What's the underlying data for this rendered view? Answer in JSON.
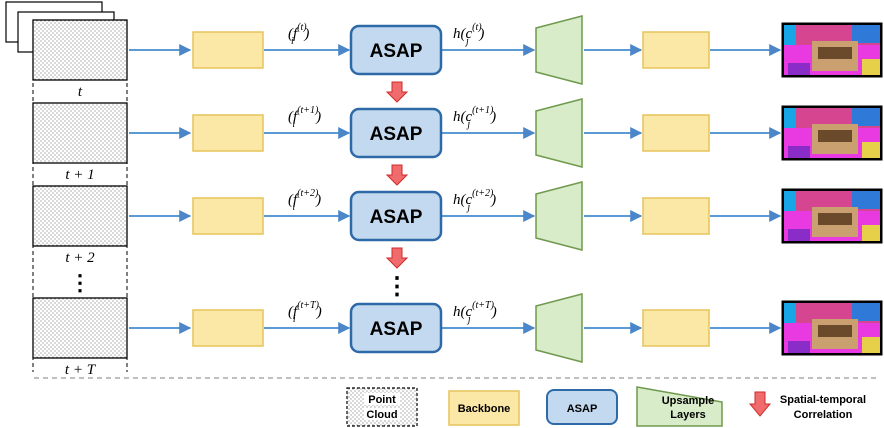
{
  "rows": [
    {
      "time_label": "t",
      "feature_base": "(f",
      "feature_sub": "i",
      "feature_sup": "(t)",
      "corr_base": "h(c",
      "corr_sub": "j",
      "corr_sup": "(t)",
      "asap_label": "ASAP"
    },
    {
      "time_label": "t + 1",
      "feature_base": "(f",
      "feature_sub": "i",
      "feature_sup": "(t+1)",
      "corr_base": "h(c",
      "corr_sub": "j",
      "corr_sup": "(t+1)",
      "asap_label": "ASAP"
    },
    {
      "time_label": "t + 2",
      "feature_base": "(f",
      "feature_sub": "i",
      "feature_sup": "(t+2)",
      "corr_base": "h(c",
      "corr_sub": "j",
      "corr_sup": "(t+2)",
      "asap_label": "ASAP"
    },
    {
      "time_label": "t + T",
      "feature_base": "(f",
      "feature_sub": "i",
      "feature_sup": "(t+T)",
      "corr_base": "h(c",
      "corr_sub": "j",
      "corr_sup": "(t+T)",
      "asap_label": "ASAP"
    }
  ],
  "ellipsis": "⋮",
  "legend": {
    "point_cloud": [
      "Point",
      "Cloud"
    ],
    "backbone": "Backbone",
    "asap": "ASAP",
    "upsample": [
      "Upsample",
      "Layers"
    ],
    "correlation": [
      "Spatial-temporal",
      "Correlation"
    ]
  },
  "colors": {
    "backbone_fill": "#fce8a6",
    "backbone_stroke": "#e7c45a",
    "asap_fill": "#c3d9ef",
    "asap_stroke": "#2f6aa8",
    "upsample_fill": "#d8ecc9",
    "upsample_stroke": "#6f9a4d",
    "arrow": "#5b9bd5",
    "correlation_arrow": "#f05a5a"
  }
}
